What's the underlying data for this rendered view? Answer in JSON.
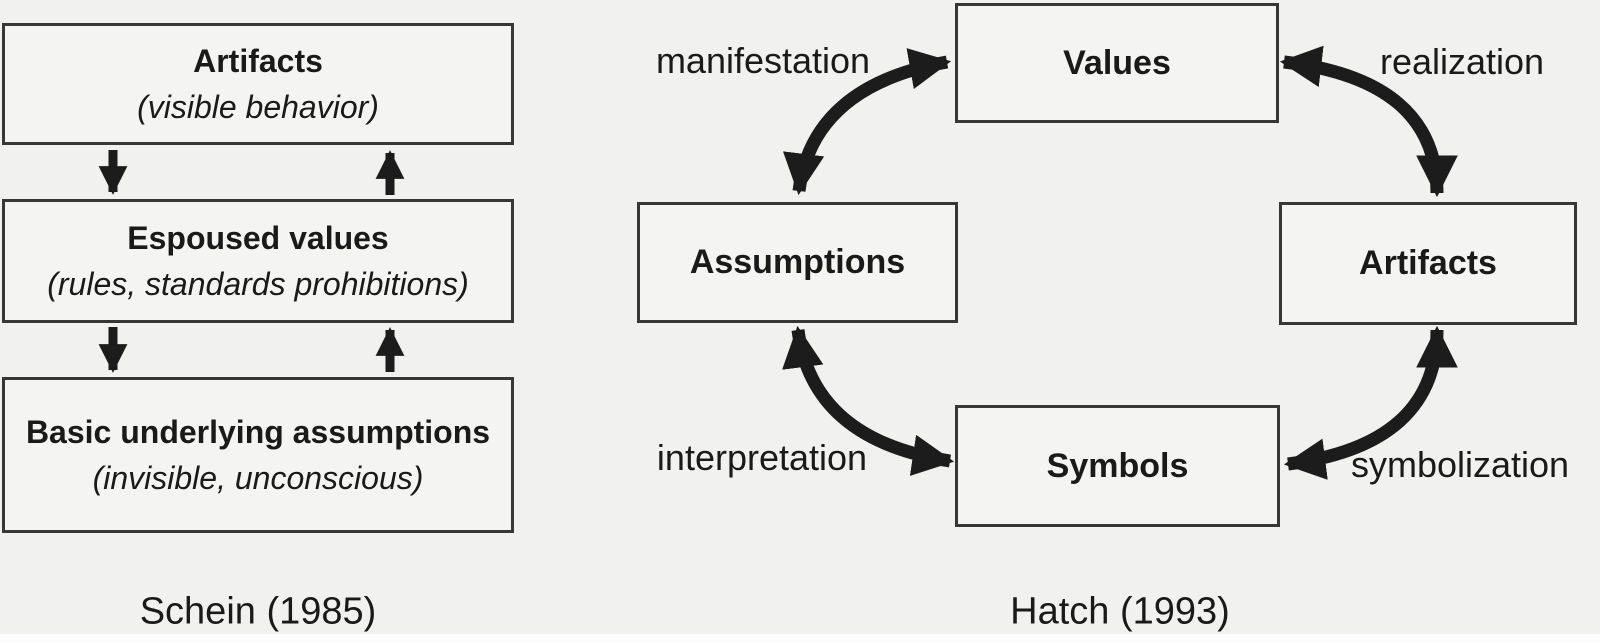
{
  "colors": {
    "background": "#f1f1ef",
    "box_fill": "#f4f4f2",
    "border": "#373737",
    "ink": "#1a1a1a",
    "arrow": "#1c1c1c"
  },
  "left_diagram": {
    "caption": "Schein (1985)",
    "boxes": [
      {
        "title": "Artifacts",
        "subtitle": "(visible behavior)"
      },
      {
        "title": "Espoused values",
        "subtitle": "(rules, standards prohibitions)"
      },
      {
        "title": "Basic underlying assumptions",
        "subtitle": "(invisible, unconscious)"
      }
    ]
  },
  "right_diagram": {
    "caption": "Hatch (1993)",
    "nodes": [
      {
        "label": "Values"
      },
      {
        "label": "Assumptions"
      },
      {
        "label": "Artifacts"
      },
      {
        "label": "Symbols"
      }
    ],
    "links": [
      {
        "label": "manifestation"
      },
      {
        "label": "realization"
      },
      {
        "label": "interpretation"
      },
      {
        "label": "symbolization"
      }
    ]
  }
}
